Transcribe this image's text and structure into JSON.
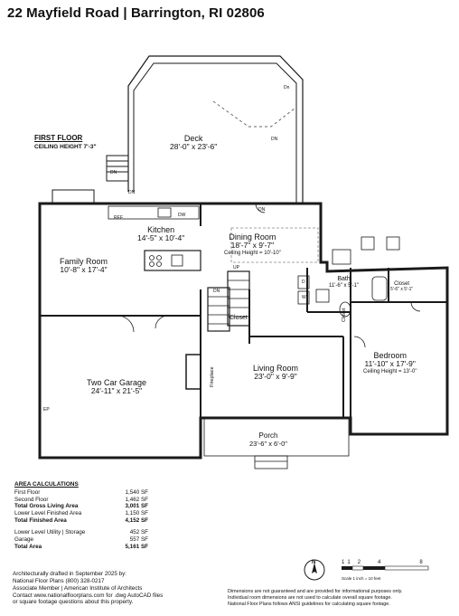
{
  "header": {
    "title": "22 Mayfield Road | Barrington, RI 02806"
  },
  "floor": {
    "title": "FIRST FLOOR",
    "ceiling": "CEILING HEIGHT 7'-3\""
  },
  "rooms": {
    "deck": {
      "name": "Deck",
      "dims": "28'-0\" x 23'-6\""
    },
    "kitchen": {
      "name": "Kitchen",
      "dims": "14'-5\" x 10'-4\""
    },
    "dining": {
      "name": "Dining Room",
      "dims": "18'-7\" x 9'-7\"",
      "ceiling": "Ceiling Height = 10'-10\""
    },
    "family": {
      "name": "Family Room",
      "dims": "10'-8\" x 17'-4\""
    },
    "bath": {
      "name": "Bath",
      "dims": "11'-6\" x 5'-1\""
    },
    "closet_small": {
      "name": "Closet",
      "dims": "5'-6\" x 5'-1\""
    },
    "closet_stair": {
      "name": "Closet"
    },
    "bedroom": {
      "name": "Bedroom",
      "dims": "11'-10\" x 17'-9\"",
      "ceiling": "Ceiling Height = 13'-0\""
    },
    "garage": {
      "name": "Two Car Garage",
      "dims": "24'-11\" x 21'-5\""
    },
    "living": {
      "name": "Living Room",
      "dims": "23'-0\" x 9'-9\""
    },
    "porch": {
      "name": "Porch",
      "dims": "23'-6\" x 6'-0\""
    }
  },
  "fixtures": {
    "dn1": "DN",
    "dn2": "DN",
    "dn3": "DN",
    "dn4": "DN",
    "dn5": "DN",
    "dn6": "DN",
    "up": "UP",
    "dn_label": "Dn",
    "ref": "REF",
    "dw": "DW",
    "d": "D",
    "w": "W",
    "ep": "EP",
    "fireplace": "Fireplace",
    "closet_v": "Closet"
  },
  "area_calculations": {
    "title": "AREA CALCULATIONS",
    "rows": [
      {
        "label": "First Floor",
        "value": "1,540 SF"
      },
      {
        "label": "Second Floor",
        "value": "1,462 SF"
      },
      {
        "label": "Total Gross Living Area",
        "value": "3,001 SF"
      },
      {
        "label": "Lower Level Finished Area",
        "value": "1,150 SF"
      },
      {
        "label": "Total Finished Area",
        "value": "4,152 SF"
      },
      {
        "label": "Lower Level Utility | Storage",
        "value": "452 SF"
      },
      {
        "label": "Garage",
        "value": "557 SF"
      },
      {
        "label": "Total Area",
        "value": "5,161 SF"
      }
    ]
  },
  "attribution": {
    "line1": "Architecturally drafted in September 2025 by:",
    "line2": "National Floor Plans    (800) 328-0217",
    "line3": "Associate Member | American Institute of Architects",
    "line4": "Contact www.nationalfloorplans.com for .dwg AutoCAD files",
    "line5": "or square footage questions about this property."
  },
  "disclaimer": {
    "line1": "Dimensions are not guaranteed and are provided for informational purposes only.",
    "line2": "Individual room dimensions are not used to calculate overall square footage.",
    "line3": "National Floor Plans follows ANSI guidelines for calculating square footage."
  },
  "compass": {
    "label": "N"
  },
  "scale": {
    "ticks": [
      "1",
      "1",
      "2",
      "4",
      "8"
    ],
    "caption": "Scale 1 inch = 10 feet"
  },
  "colors": {
    "wall": "#1a1a1a",
    "dashed": "#888888",
    "text": "#111111"
  }
}
